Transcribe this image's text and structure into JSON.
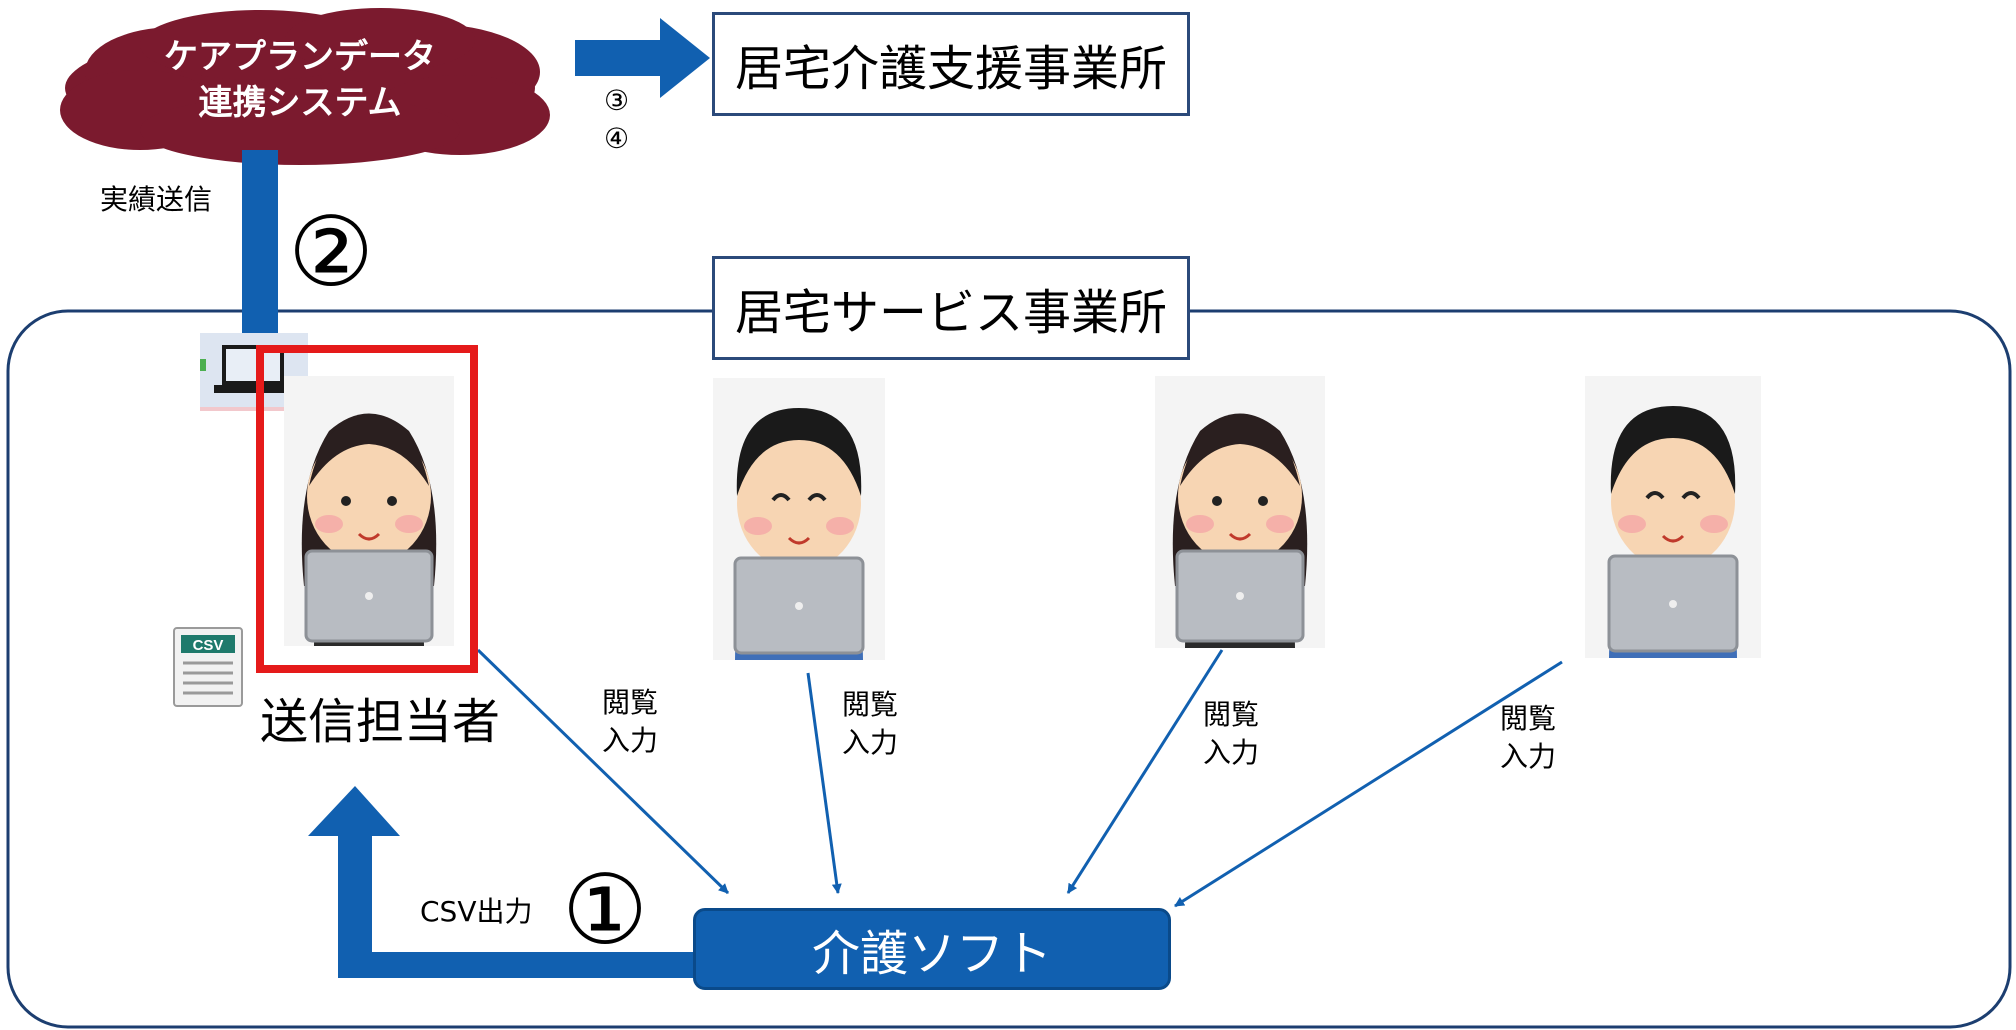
{
  "cloud": {
    "line1": "ケアプランデータ",
    "line2": "連携システム"
  },
  "kyotaku_shien_box": "居宅介護支援事業所",
  "kyotaku_service_box": "居宅サービス事業所",
  "software": "介護ソフト",
  "sender_label": "送信担当者",
  "labels": {
    "jisseki": "実績送信",
    "csv_out": "CSV出力",
    "step1": "①",
    "step2": "②",
    "step3": "③",
    "step4": "④",
    "view": "閲覧",
    "input": "入力"
  },
  "csv_icon_text": "CSV",
  "colors": {
    "arrow": "#1160b0",
    "cloud": "#7b1a2e",
    "highlight": "#e51a1a",
    "box_border": "#2b4a7a"
  },
  "icons": [
    "cloud-icon",
    "laptop-icon",
    "csv-file-icon",
    "woman-with-laptop",
    "man-with-laptop"
  ]
}
